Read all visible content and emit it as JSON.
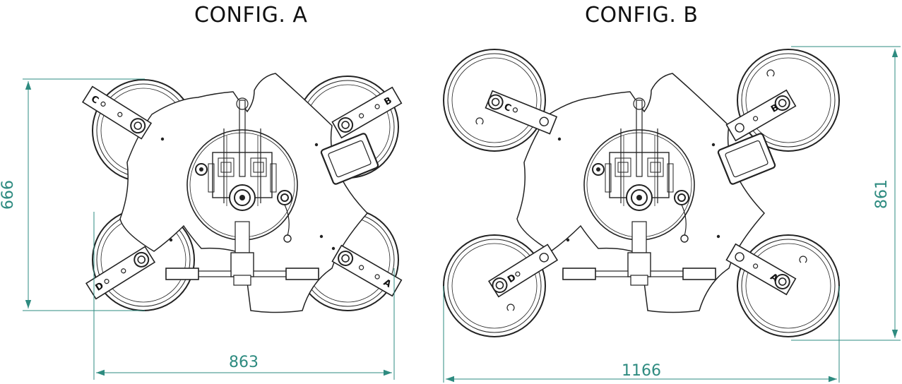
{
  "config_a": {
    "title": "CONFIG. A",
    "width_dim": "863",
    "height_dim": "666",
    "pad_labels": [
      "A",
      "B",
      "C",
      "D"
    ]
  },
  "config_b": {
    "title": "CONFIG. B",
    "width_dim": "1166",
    "height_dim": "861",
    "pad_labels": [
      "A",
      "B",
      "C",
      "D"
    ]
  },
  "colors": {
    "dimension": "#2e8b80",
    "line": "#222222"
  }
}
